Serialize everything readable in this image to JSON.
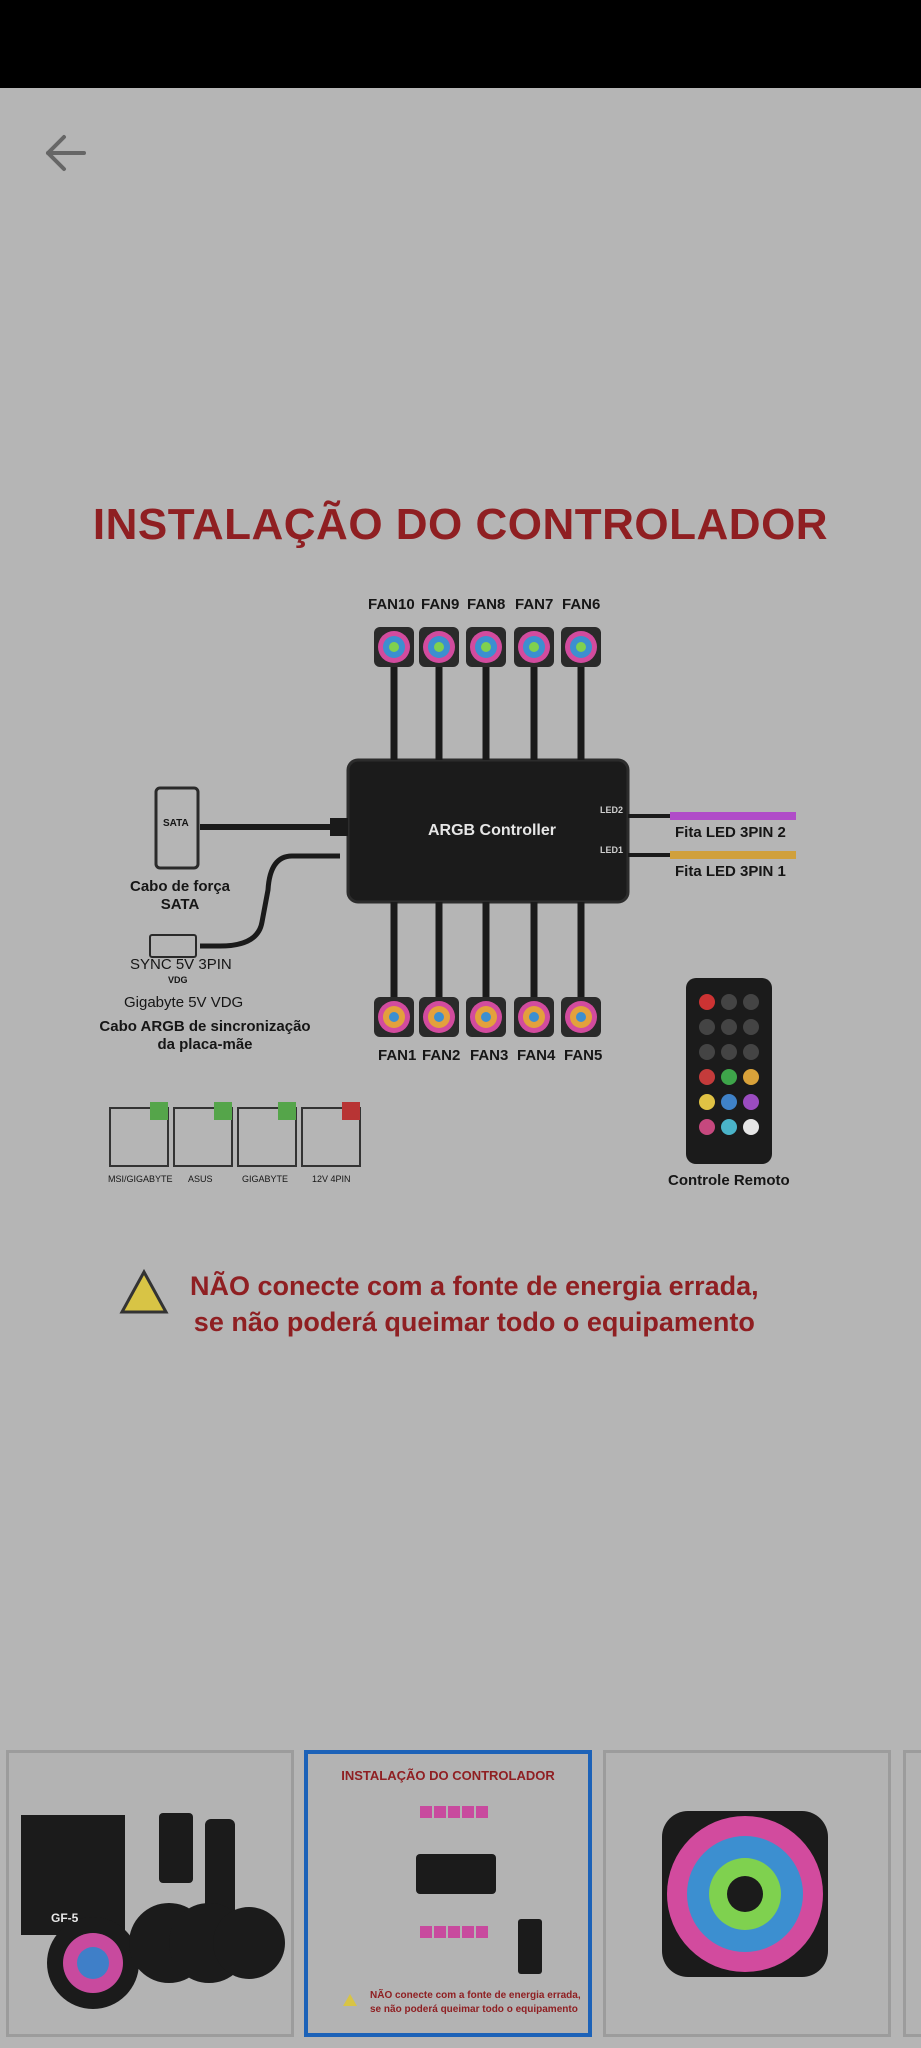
{
  "app": {
    "back_icon": "arrow-left-icon"
  },
  "main_image": {
    "title": "INSTALAÇÃO DO CONTROLADOR",
    "fans_top": [
      "FAN10",
      "FAN9",
      "FAN8",
      "FAN7",
      "FAN6"
    ],
    "fans_bottom": [
      "FAN1",
      "FAN2",
      "FAN3",
      "FAN4",
      "FAN5"
    ],
    "controller": {
      "label": "ARGB Controller",
      "led1": "LED1",
      "led2": "LED2"
    },
    "sata_chip": "SATA",
    "sata_label_1": "Cabo de força",
    "sata_label_2": "SATA",
    "sync_label": "SYNC 5V 3PIN",
    "vdg_chip": "VDG",
    "gigabyte_label": "Gigabyte 5V VDG",
    "argb_label_1": "Cabo ARGB de sincronização",
    "argb_label_2": "da placa-mãe",
    "led_strip_2": "Fita LED 3PIN 2",
    "led_strip_1": "Fita LED 3PIN 1",
    "remote_label": "Controle Remoto",
    "compat": [
      "MSI/GIGABYTE",
      "ASUS",
      "GIGABYTE",
      "12V 4PIN"
    ],
    "warning_line_1": "NÃO conecte com a fonte de energia errada,",
    "warning_line_2": "se não poderá queimar todo o equipamento"
  },
  "thumbnails": {
    "thumb1_text": "GF-5",
    "thumb2_title": "INSTALAÇÃO DO CONTROLADOR",
    "thumb2_warning_1": "NÃO conecte com a fonte de energia errada,",
    "thumb2_warning_2": "se não poderá queimar todo o equipamento",
    "selected_index": 1
  },
  "colors": {
    "accent_red": "#8f1f22",
    "selected_border": "#1c62b8",
    "background": "#b5b5b5"
  }
}
